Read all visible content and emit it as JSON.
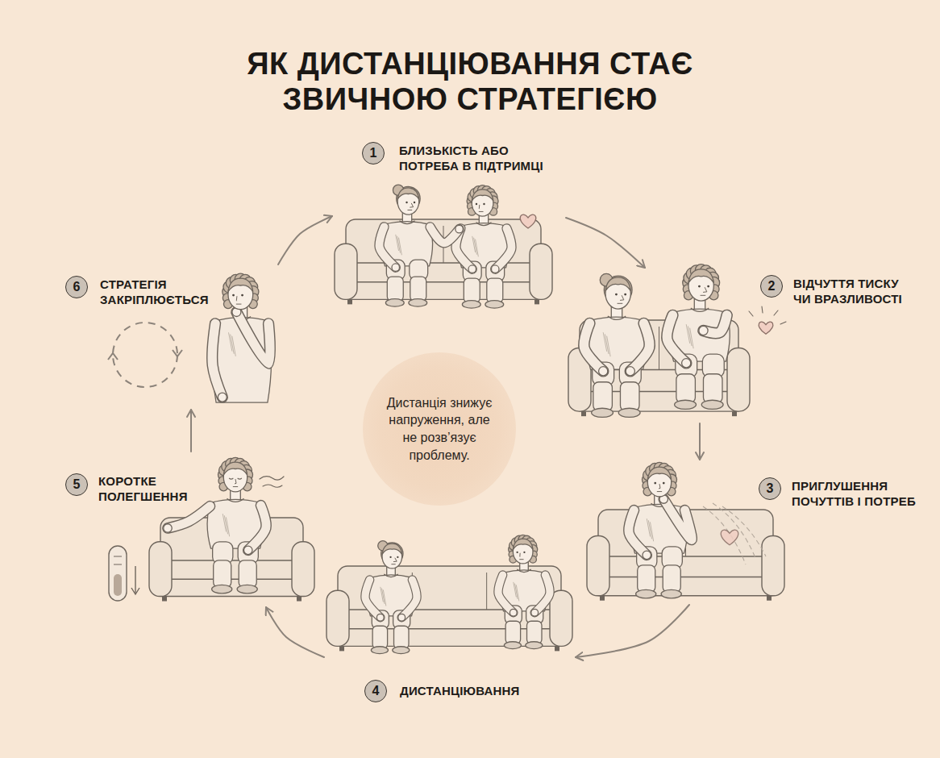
{
  "diagram": {
    "title": "ЯК ДИСТАНЦІЮВАННЯ СТАЄ ЗВИЧНОЮ СТРАТЕГІЄЮ",
    "nodes": [
      {
        "text": [
          "1",
          "БЛИЗЬКІСТЬ АБО ПОТРЕБА В ПІДТРИМЦІ"
        ]
      },
      {
        "text": [
          "2",
          "ВІДЧУТТЯ ТИСКУ ЧИ ВРАЗЛИВОСТІ"
        ]
      },
      {
        "text": [
          "3",
          "ПРИГЛУШЕННЯ ПОЧУТТІВ І ПОТРЕБ"
        ]
      },
      {
        "text": [
          "4",
          "ДИСТАНЦІЮВАННЯ"
        ]
      },
      {
        "text": [
          "5",
          "КОРОТКЕ ПОЛЕГШЕННЯ"
        ]
      },
      {
        "text": [
          "6",
          "СТРАТЕГІЯ ЗАКРІПЛЮЄТЬСЯ"
        ]
      },
      {
        "text": [
          "Дистанція знижує напруження, але не розв’язує проблему."
        ]
      }
    ],
    "edges": [
      {
        "from": 0,
        "to": 1,
        "arrow": "to"
      },
      {
        "from": 1,
        "to": 2,
        "arrow": "to"
      },
      {
        "from": 2,
        "to": 3,
        "arrow": "to"
      },
      {
        "from": 3,
        "to": 4,
        "arrow": "to"
      },
      {
        "from": 4,
        "to": 5,
        "arrow": "to"
      },
      {
        "from": 5,
        "to": 0,
        "arrow": "to"
      }
    ]
  }
}
